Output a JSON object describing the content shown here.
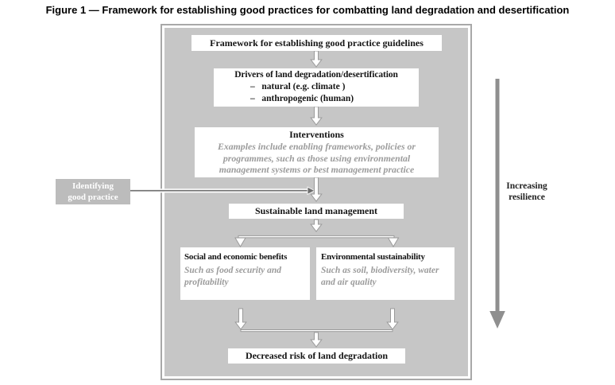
{
  "figure": {
    "caption": "Figure 1 — Framework for establishing good practices for combatting land degradation and desertification"
  },
  "flow": {
    "framework": {
      "label": "Framework for establishing good practice guidelines"
    },
    "drivers": {
      "heading": "Drivers of land degradation/desertification",
      "bullets": [
        "–   natural (e.g. climate )",
        "–   anthropogenic (human)"
      ]
    },
    "interventions": {
      "heading": "Interventions",
      "body": "Examples include enabling frameworks, policies or programmes, such as those using environmental management systems or best management practice"
    },
    "slm": {
      "label": "Sustainable land management"
    },
    "social": {
      "heading": "Social and economic benefits",
      "body": "Such as food security and profitability"
    },
    "environmental": {
      "heading": "Environmental sustainability",
      "body": "Such as soil, biodiversity, water and air quality"
    },
    "decreased": {
      "label": "Decreased risk of land degradation"
    }
  },
  "annotations": {
    "identifying": {
      "line1": "Identifying",
      "line2": "good practice"
    },
    "resilience": {
      "line1": "Increasing",
      "line2": "resilience"
    }
  },
  "colors": {
    "panel_bg": "#c6c6c6",
    "panel_border": "#a8a8a8",
    "box_bg": "#ffffff",
    "side_box_bg": "#bcbcbc",
    "flow_arrow_fill": "#ffffff",
    "flow_arrow_outline": "#9a9a9a",
    "identifying_arrow": "#6e6e6e",
    "resilience_arrow": "#8f8f8f",
    "muted_text": "#9b9b9b",
    "heading_text": "#141414"
  }
}
